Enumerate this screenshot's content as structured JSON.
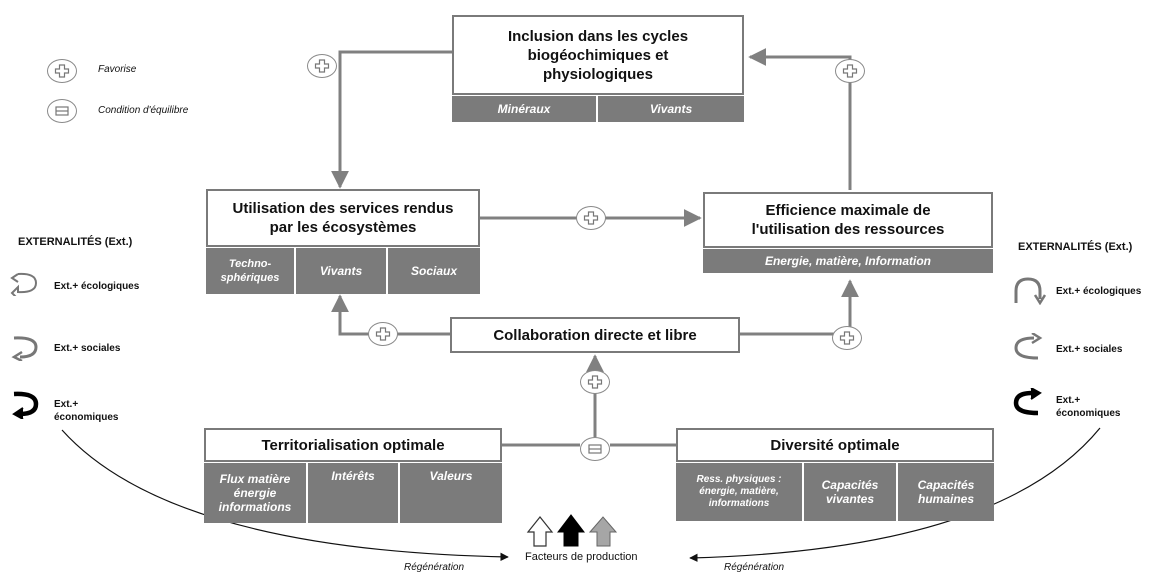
{
  "legend": {
    "favorise": "Favorise",
    "equilibre": "Condition d'équilibre"
  },
  "top_box": {
    "title": "Inclusion dans les cycles biogéochimiques et physiologiques",
    "cells": [
      "Minéraux",
      "Vivants"
    ]
  },
  "services_box": {
    "title": "Utilisation des services rendus par les écosystèmes",
    "cells": [
      "Techno-sphériques",
      "Vivants",
      "Sociaux"
    ]
  },
  "efficience_box": {
    "title": "Efficience maximale de l'utilisation des ressources",
    "cells": [
      "Energie, matière, Information"
    ]
  },
  "collab_box": {
    "title": "Collaboration directe et libre"
  },
  "territ_box": {
    "title": "Territorialisation optimale",
    "cells": [
      "Flux matière énergie informations",
      "Intérêts",
      "Valeurs"
    ]
  },
  "diversite_box": {
    "title": "Diversité optimale",
    "cells": [
      "Ress. physiques : énergie, matière, informations",
      "Capacités vivantes",
      "Capacités humaines"
    ]
  },
  "left_ext": {
    "title": "EXTERNALITÉS (Ext.)",
    "items": [
      "Ext.+ écologiques",
      "Ext.+ sociales",
      "Ext.+ économiques"
    ]
  },
  "right_ext": {
    "title": "EXTERNALITÉS (Ext.)",
    "items": [
      "Ext.+ écologiques",
      "Ext.+ sociales",
      "Ext.+ économiques"
    ]
  },
  "bottom": {
    "facteurs": "Facteurs de production",
    "regen_left": "Régénération",
    "regen_right": "Régénération"
  },
  "colors": {
    "box_border": "#7a7a7a",
    "cell_fill": "#7b7b7b",
    "line": "#808080",
    "arrow_white": "#ffffff",
    "arrow_black": "#000000",
    "arrow_gray": "#a6a6a6"
  }
}
